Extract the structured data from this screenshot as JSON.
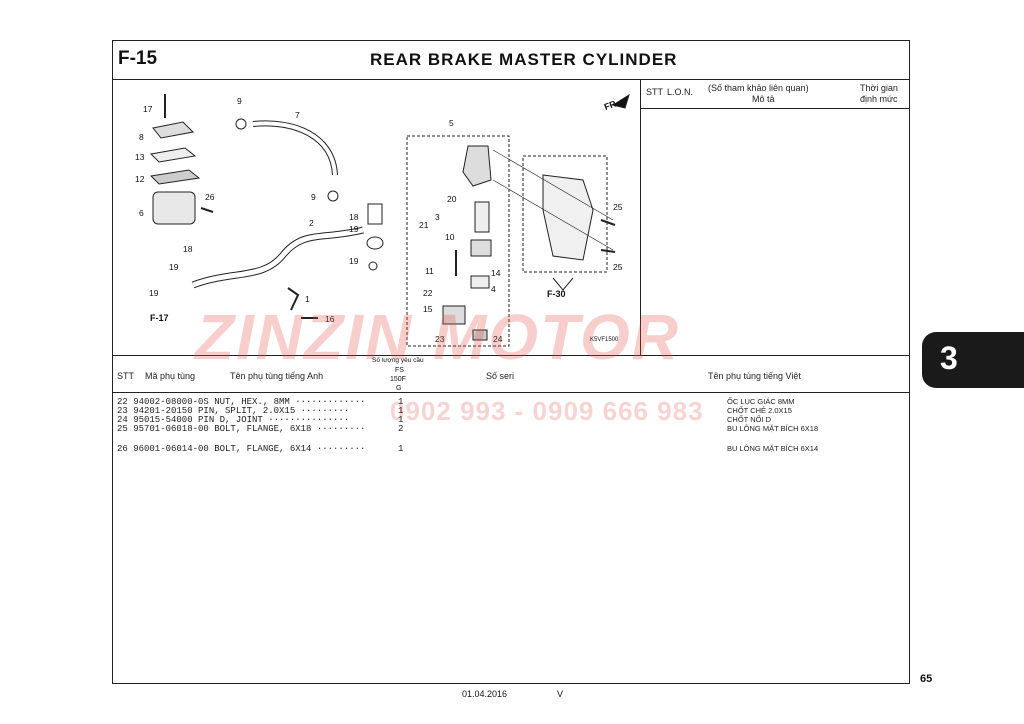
{
  "header": {
    "code": "F-15",
    "title": "REAR BRAKE MASTER CYLINDER"
  },
  "ref_panel": {
    "col_stt": "STT",
    "col_lon": "L.O.N.",
    "col_ref": "(Số tham khảo liên quan)",
    "col_desc": "Mô tả",
    "col_time_1": "Thời gian",
    "col_time_2": "định mức"
  },
  "diagram": {
    "callouts": [
      "17",
      "8",
      "13",
      "12",
      "6",
      "26",
      "9",
      "7",
      "9",
      "2",
      "18",
      "19",
      "19",
      "18",
      "19",
      "19",
      "1",
      "16",
      "5",
      "20",
      "21",
      "3",
      "10",
      "11",
      "14",
      "4",
      "22",
      "15",
      "23",
      "24",
      "25",
      "25"
    ],
    "fr_label": "FR.",
    "ref_f30": "F-30",
    "ref_f17": "F-17",
    "image_code": "K5VF1500"
  },
  "table": {
    "hdr_stt": "STT",
    "hdr_part_no": "Mã phụ tùng",
    "hdr_name_en": "Tên phụ tùng tiếng Anh",
    "hdr_qty_note": "Số lượng yêu cầu",
    "hdr_fs": "FS",
    "hdr_150f": "150F",
    "hdr_g": "G",
    "hdr_serial": "Số seri",
    "hdr_name_vi": "Tên phụ tùng tiếng Việt",
    "rows": [
      {
        "line": "22 94002-08000-0S  NUT, HEX., 8MM ·············",
        "qty": "1",
        "vi": "ỐC LỤC GIÁC 8MM"
      },
      {
        "line": "23 94201-20150     PIN, SPLIT, 2.0X15 ·········",
        "qty": "1",
        "vi": "CHỐT CHẺ 2.0X15"
      },
      {
        "line": "24 95015-54000     PIN D, JOINT ···············",
        "qty": "1",
        "vi": "CHỐT NỐI D"
      },
      {
        "line": "25 95701-06018-00  BOLT, FLANGE, 6X18 ·········",
        "qty": "2",
        "vi": "BU LÔNG MẶT BÍCH 6X18"
      },
      {
        "line": "26 96001-06014-00  BOLT, FLANGE, 6X14 ·········",
        "qty": "1",
        "vi": "BU LÔNG MẶT BÍCH 6X14"
      }
    ]
  },
  "watermark": {
    "brand": "ZINZIN MOTOR",
    "phone": "0902 993 - 0909 666 983"
  },
  "footer": {
    "date": "01.04.2016",
    "version": "V",
    "page": "65"
  },
  "section_tab": {
    "number": "3"
  }
}
